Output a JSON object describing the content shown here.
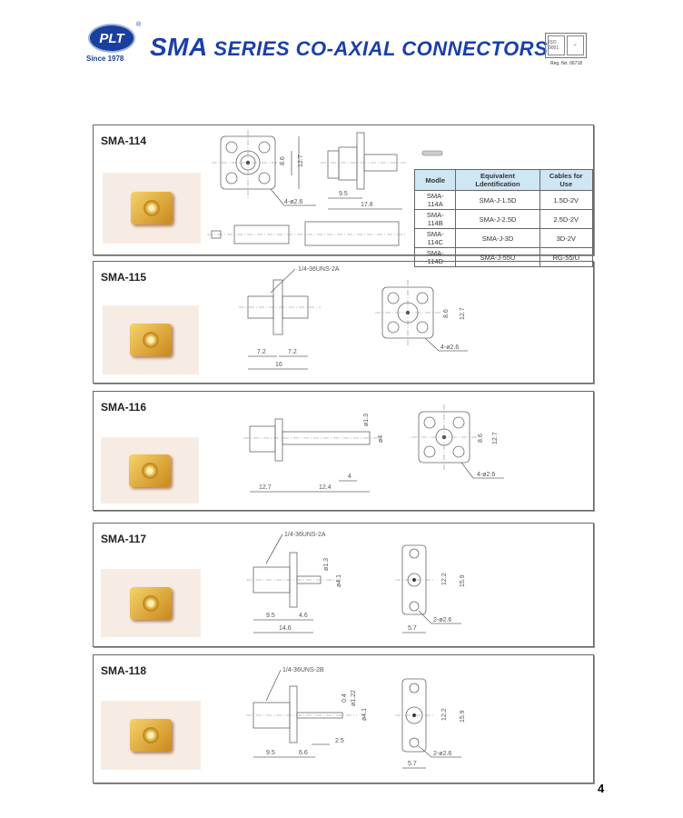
{
  "header": {
    "logo": "PLT",
    "registered": "®",
    "since": "Since 1978",
    "title_bold": "SMA",
    "title_rest": " SERIES CO-AXIAL CONNECTORS",
    "cert_left": "ISO 9001",
    "cert_right": "✓",
    "reg_no": "Reg. No. 06718"
  },
  "sections": [
    {
      "label": "SMA-114",
      "dims": {
        "a": "8.6",
        "b": "12.7",
        "holes": "4-ø2.6",
        "c": "9.5",
        "d": "17.8"
      },
      "table": {
        "headers": [
          "Modle",
          "Equivalent Ldentification",
          "Cables for Use"
        ],
        "rows": [
          [
            "SMA-114A",
            "SMA-J-1.5D",
            "1.5D-2V"
          ],
          [
            "SMA-114B",
            "SMA-J-2.5D",
            "2.5D-2V"
          ],
          [
            "SMA-114C",
            "SMA-J-3D",
            "3D-2V"
          ],
          [
            "SMA-114D",
            "SMA-J-55U",
            "RG-55/U"
          ]
        ]
      }
    },
    {
      "label": "SMA-115",
      "dims": {
        "thread": "1/4-36UNS-2A",
        "c": "7.2",
        "d": "7.2",
        "e": "16",
        "a": "8.6",
        "b": "12.7",
        "holes": "4-ø2.6"
      }
    },
    {
      "label": "SMA-116",
      "dims": {
        "p": "ø1.3",
        "q": "ø4",
        "r": "4",
        "c": "12.7",
        "d": "12.4",
        "a": "8.6",
        "b": "12.7",
        "holes": "4-ø2.6"
      }
    },
    {
      "label": "SMA-117",
      "dims": {
        "thread": "1/4-36UNS-2A",
        "p": "ø1.3",
        "q": "ø4.1",
        "c": "9.5",
        "d": "4.6",
        "e": "14.6",
        "a": "12.2",
        "b": "15.9",
        "w": "5.7",
        "holes": "2-ø2.6"
      }
    },
    {
      "label": "SMA-118",
      "dims": {
        "thread": "1/4-36UNS-2B",
        "p": "0.4",
        "q": "ø1.22",
        "s": "ø4.1",
        "c": "9.5",
        "d": "6.6",
        "r": "2.5",
        "a": "12.2",
        "b": "15.9",
        "w": "5.7",
        "holes": "2-ø2.6"
      }
    }
  ],
  "page_number": "4"
}
